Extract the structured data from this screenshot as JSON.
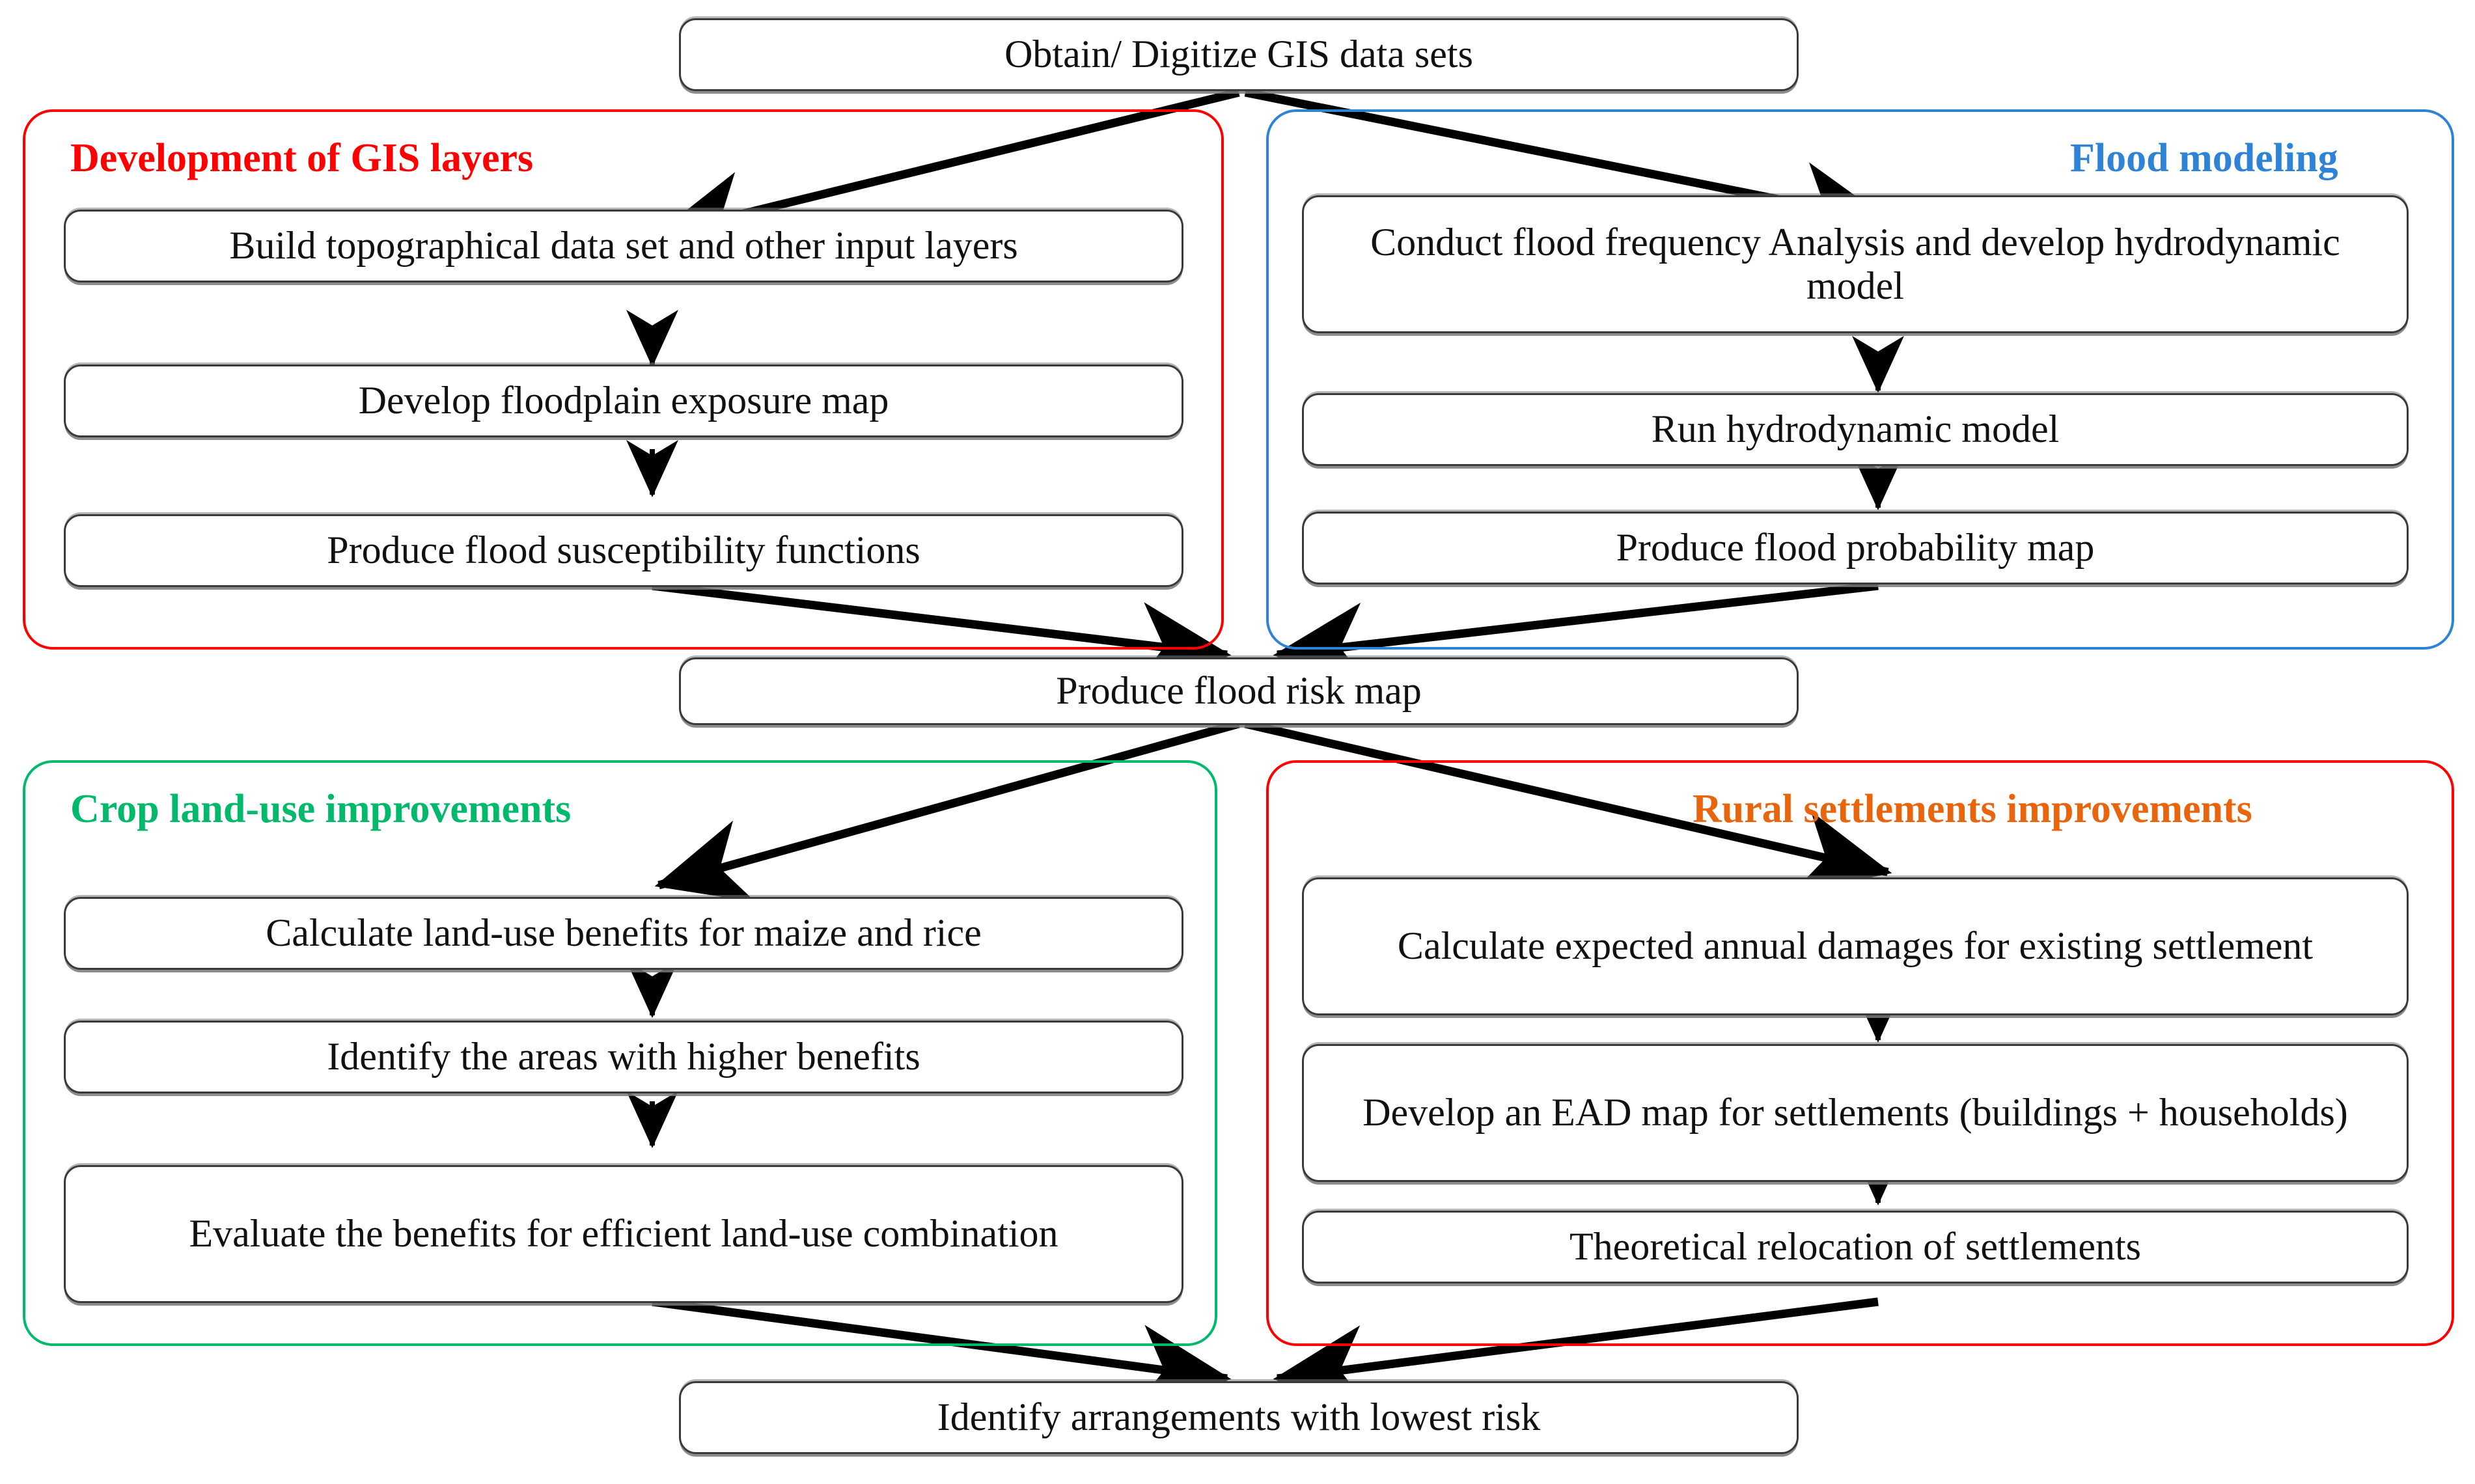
{
  "diagram": {
    "title": "Flood risk assessment and land-use improvement methodology flowchart",
    "type": "flowchart"
  },
  "colors": {
    "red": "#FF0000",
    "blue": "#2E83D6",
    "green": "#00B96B",
    "orange": "#E8650D",
    "box_border": "#3a3a3a",
    "text": "#111111",
    "arrow": "#000000",
    "background": "#FFFFFF"
  },
  "top_node": {
    "label": "Obtain/ Digitize GIS data sets"
  },
  "middle_node": {
    "label": "Produce flood risk map"
  },
  "bottom_node": {
    "label": "Identify arrangements with lowest risk"
  },
  "groups": [
    {
      "id": "gis-layers",
      "title": "Development of GIS layers",
      "color": "#FF0000",
      "title_align": "left",
      "steps": [
        {
          "label": "Build topographical data set and other input layers"
        },
        {
          "label": "Develop floodplain exposure map"
        },
        {
          "label": "Produce flood susceptibility functions"
        }
      ]
    },
    {
      "id": "flood-modeling",
      "title": "Flood modeling",
      "color": "#2E83D6",
      "title_align": "right",
      "steps": [
        {
          "label": "Conduct flood frequency Analysis and develop hydrodynamic model"
        },
        {
          "label": "Run hydrodynamic model"
        },
        {
          "label": "Produce flood probability map"
        }
      ]
    },
    {
      "id": "crop-land-use",
      "title": "Crop land-use improvements",
      "color": "#00B96B",
      "title_align": "left",
      "steps": [
        {
          "label": "Calculate land-use benefits for maize and rice"
        },
        {
          "label": "Identify the areas with higher benefits"
        },
        {
          "label": "Evaluate the benefits for efficient land-use combination"
        }
      ]
    },
    {
      "id": "rural-settlements",
      "title": "Rural settlements improvements",
      "color": "#E8650D",
      "border_color": "#FF0000",
      "title_align": "right",
      "steps": [
        {
          "label": "Calculate expected annual damages for existing settlement"
        },
        {
          "label": "Develop an EAD map for settlements (buildings + households)"
        },
        {
          "label": "Theoretical relocation of settlements"
        }
      ]
    }
  ],
  "connections": [
    {
      "from": "top_node",
      "to": "gis-layers.step0"
    },
    {
      "from": "top_node",
      "to": "flood-modeling.step0"
    },
    {
      "from": "gis-layers.step0",
      "to": "gis-layers.step1"
    },
    {
      "from": "gis-layers.step1",
      "to": "gis-layers.step2"
    },
    {
      "from": "flood-modeling.step0",
      "to": "flood-modeling.step1"
    },
    {
      "from": "flood-modeling.step1",
      "to": "flood-modeling.step2"
    },
    {
      "from": "gis-layers.step2",
      "to": "middle_node"
    },
    {
      "from": "flood-modeling.step2",
      "to": "middle_node"
    },
    {
      "from": "middle_node",
      "to": "crop-land-use.step0"
    },
    {
      "from": "middle_node",
      "to": "rural-settlements.step0"
    },
    {
      "from": "crop-land-use.step0",
      "to": "crop-land-use.step1"
    },
    {
      "from": "crop-land-use.step1",
      "to": "crop-land-use.step2"
    },
    {
      "from": "rural-settlements.step0",
      "to": "rural-settlements.step1"
    },
    {
      "from": "rural-settlements.step1",
      "to": "rural-settlements.step2"
    },
    {
      "from": "crop-land-use.step2",
      "to": "bottom_node"
    },
    {
      "from": "rural-settlements.step2",
      "to": "bottom_node"
    }
  ]
}
